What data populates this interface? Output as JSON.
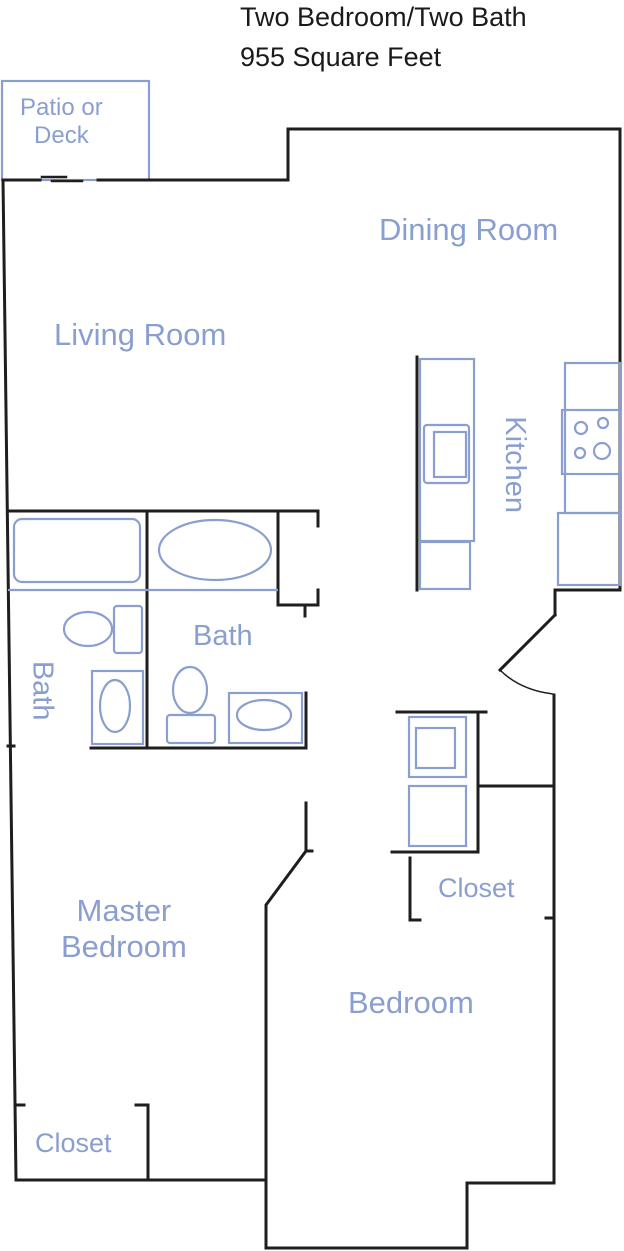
{
  "header": {
    "unit_type": "Two Bedroom/Two Bath",
    "square_footage": "955 Square Feet"
  },
  "colors": {
    "wall": "#1e1e1e",
    "fixture": "#8a9fcf",
    "label": "#8a9fcf",
    "title": "#1a1a1a",
    "background": "#ffffff"
  },
  "rooms": {
    "patio": "Patio or Deck",
    "patio_line1": "Patio or",
    "patio_line2": "Deck",
    "living_room": "Living Room",
    "dining_room": "Dining Room",
    "kitchen": "Kitchen",
    "bath_master": "Bath",
    "bath_hall": "Bath",
    "master_bedroom_line1": "Master",
    "master_bedroom_line2": "Bedroom",
    "master_closet": "Closet",
    "bedroom": "Bedroom",
    "bedroom_closet": "Closet"
  }
}
